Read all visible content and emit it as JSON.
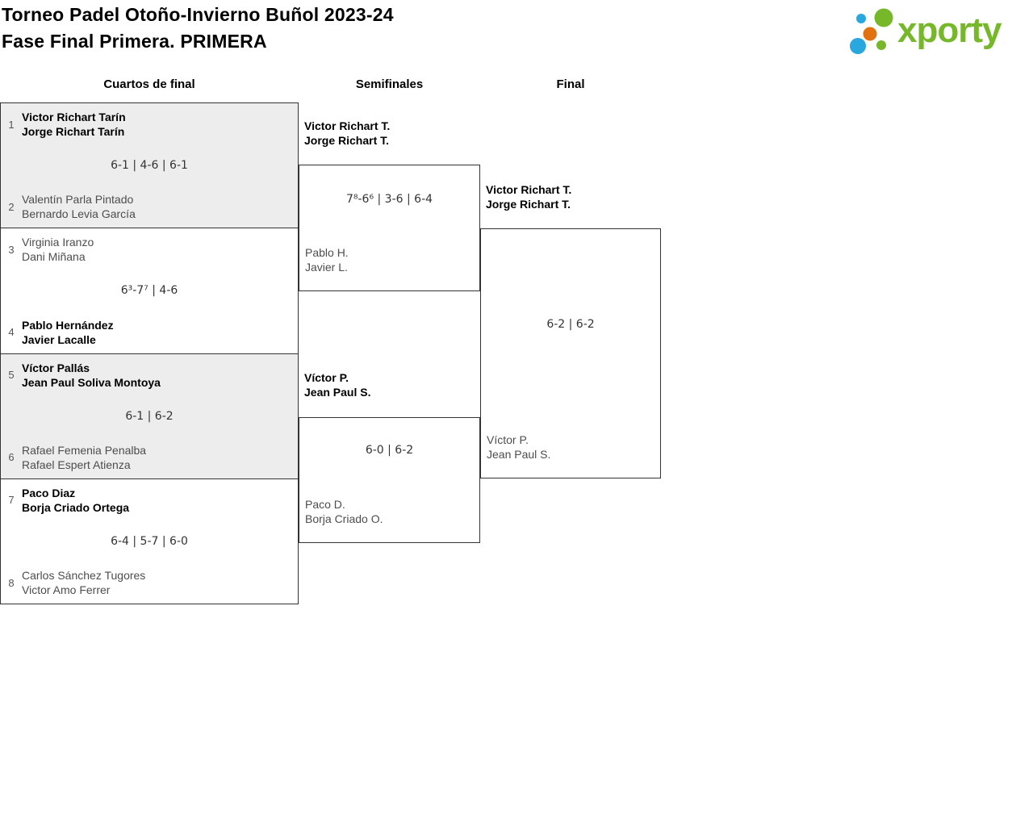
{
  "header": {
    "title_line1": "Torneo Padel Otoño-Invierno Buñol 2023-24",
    "title_line2": "Fase Final Primera. PRIMERA"
  },
  "logo": {
    "brand": "xporty",
    "colors": {
      "green": "#76b82a",
      "blue": "#29a8e0",
      "orange": "#e2710f"
    }
  },
  "ui_colors": {
    "border": "#333333",
    "match_alt_background": "#ededed",
    "loser_text": "#4d4d4d",
    "seed_text": "#555555"
  },
  "rounds": [
    {
      "label": "Cuartos de final"
    },
    {
      "label": "Semifinales"
    },
    {
      "label": "Final"
    }
  ],
  "quarterfinals": [
    {
      "top": {
        "seed": "1",
        "players": [
          "Victor Richart Tarín",
          "Jorge Richart Tarín"
        ],
        "winner": true
      },
      "score": "6-1 | 4-6 | 6-1",
      "bottom": {
        "seed": "2",
        "players": [
          "Valentín Parla Pintado",
          "Bernardo Levia García"
        ],
        "winner": false
      }
    },
    {
      "top": {
        "seed": "3",
        "players": [
          "Virginia Iranzo",
          "Dani Miñana"
        ],
        "winner": false
      },
      "score": "6³-7⁷ | 4-6",
      "bottom": {
        "seed": "4",
        "players": [
          "Pablo Hernández",
          "Javier Lacalle"
        ],
        "winner": true
      }
    },
    {
      "top": {
        "seed": "5",
        "players": [
          "Víctor Pallás",
          "Jean Paul Soliva Montoya"
        ],
        "winner": true
      },
      "score": "6-1 | 6-2",
      "bottom": {
        "seed": "6",
        "players": [
          "Rafael Femenia Penalba",
          "Rafael Espert Atienza"
        ],
        "winner": false
      }
    },
    {
      "top": {
        "seed": "7",
        "players": [
          "Paco Diaz",
          "Borja Criado Ortega"
        ],
        "winner": true
      },
      "score": "6-4 | 5-7 | 6-0",
      "bottom": {
        "seed": "8",
        "players": [
          "Carlos Sánchez Tugores",
          "Victor Amo Ferrer"
        ],
        "winner": false
      }
    }
  ],
  "semifinals": [
    {
      "top": {
        "players": [
          "Victor Richart T.",
          "Jorge Richart T."
        ],
        "winner": true
      },
      "score": "7⁸-6⁶ | 3-6 | 6-4",
      "bottom": {
        "players": [
          "Pablo H.",
          "Javier L."
        ],
        "winner": false
      }
    },
    {
      "top": {
        "players": [
          "Víctor P.",
          "Jean Paul S."
        ],
        "winner": true
      },
      "score": "6-0 | 6-2",
      "bottom": {
        "players": [
          "Paco D.",
          "Borja Criado O."
        ],
        "winner": false
      }
    }
  ],
  "final": {
    "top": {
      "players": [
        "Victor Richart T.",
        "Jorge Richart T."
      ],
      "winner": true
    },
    "score": "6-2 | 6-2",
    "bottom": {
      "players": [
        "Víctor P.",
        "Jean Paul S."
      ],
      "winner": false
    }
  }
}
